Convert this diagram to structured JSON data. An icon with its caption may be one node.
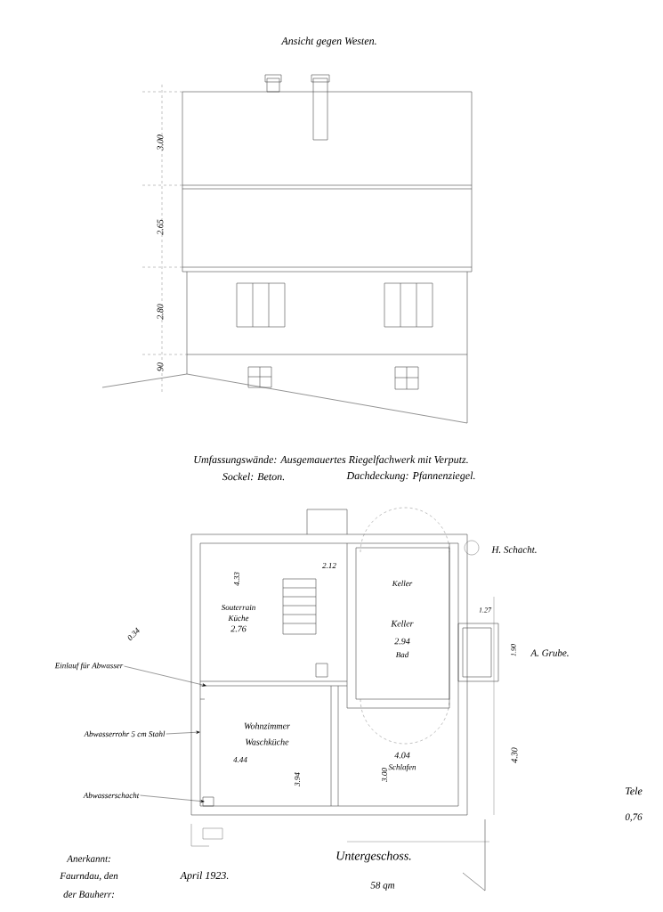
{
  "diagram": {
    "title": "Ansicht gegen Westen.",
    "nodes": [
      {
        "text": [
          "Einlauf für Abwasser"
        ]
      },
      {
        "text": [
          "Abwasserrohr 5 cm Stahl"
        ]
      },
      {
        "text": [
          "Abwasserschacht"
        ]
      }
    ],
    "edges": [
      {
        "from": 0,
        "to": null,
        "arrow": "to"
      },
      {
        "from": 1,
        "to": null,
        "arrow": "to"
      },
      {
        "from": 2,
        "to": null,
        "arrow": "to"
      }
    ],
    "labels": [
      "3.00",
      "2.65",
      "2.80",
      "90",
      "Umfassungswände: Ausgemauertes Riegelfachwerk mit Verputz.",
      "Sockel: Beton.",
      "Dachdeckung: Pfannenziegel.",
      "H. Schacht.",
      "Keller",
      "2.12",
      "4.33",
      "Souterrain",
      "Küche",
      "2.76",
      "Keller",
      "2.94",
      "Bad",
      "1.27",
      "1.90",
      "A. Grube.",
      "Wohnzimmer",
      "Waschküche",
      "4.44",
      "3.94",
      "4.04",
      "Schlafen",
      "3.00",
      "4.30",
      "0.34",
      "Untergeschoss.",
      "58 qm",
      "Anerkannt:",
      "Faurndau, den",
      "der Bauherr:",
      "April 1923.",
      "Tele",
      "0,76"
    ]
  }
}
